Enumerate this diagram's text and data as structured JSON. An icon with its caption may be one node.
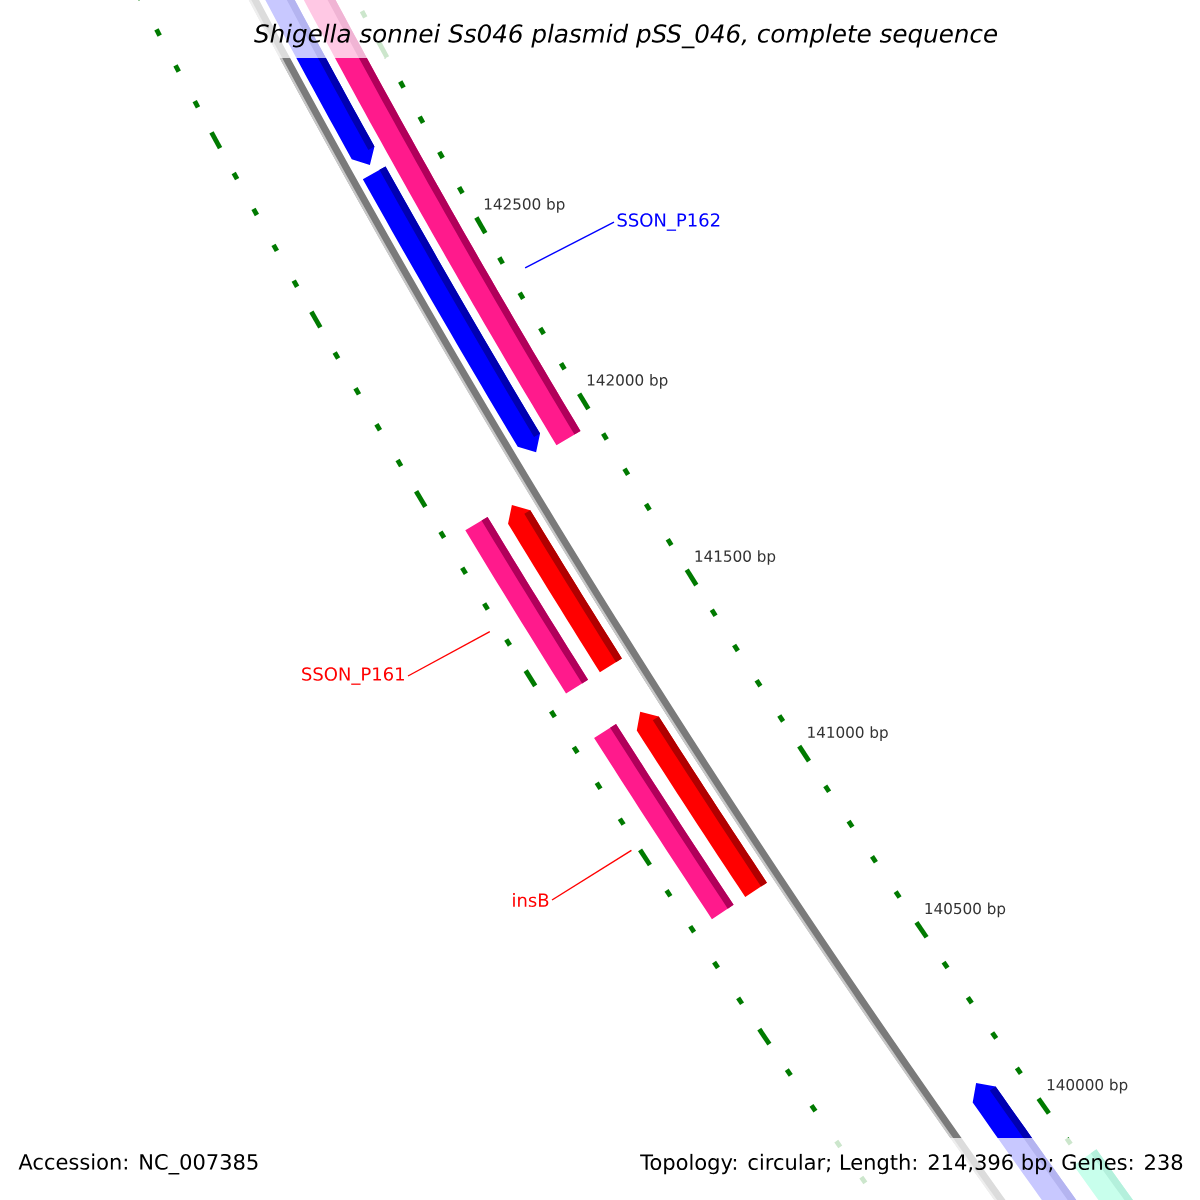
{
  "diagram": {
    "title": "Shigella sonnei Ss046 plasmid pSS_046, complete sequence",
    "nodes": [
      {
        "text": [
          "SSON_P162"
        ]
      },
      {
        "text": [],
        "shape": "bar"
      },
      {
        "text": [
          "SSON_P161"
        ]
      },
      {
        "text": [],
        "shape": "bar"
      },
      {
        "text": [
          "insB"
        ]
      },
      {
        "text": [],
        "shape": "bar"
      }
    ],
    "edges": [
      {
        "from": 0,
        "to": 1,
        "arrow": "none",
        "color": "#0000ff"
      },
      {
        "from": 2,
        "to": 3,
        "arrow": "none"
      },
      {
        "from": 4,
        "to": 5,
        "arrow": "none"
      }
    ],
    "labels": [
      "142500 bp",
      "142000 bp",
      "141500 bp",
      "141000 bp",
      "140500 bp",
      "140000 bp",
      "Accession: NC_007385",
      "Topology: circular; Length: 214,396 bp; Genes: 238"
    ]
  }
}
